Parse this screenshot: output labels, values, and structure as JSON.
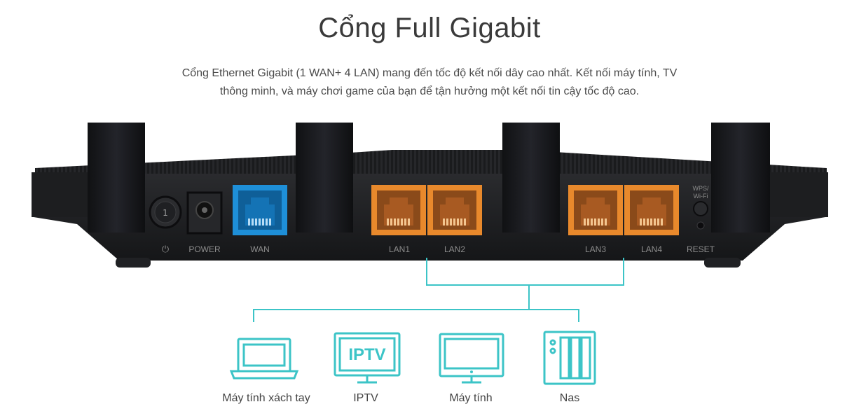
{
  "header": {
    "title": "Cổng Full Gigabit",
    "description_line1": "Cổng Ethernet Gigabit (1 WAN+ 4 LAN) mang đến tốc độ kết nối dây cao nhất. Kết nối máy tính, TV",
    "description_line2": "thông minh, và máy chơi game của bạn để tận hưởng một kết nối tin cậy tốc độ cao."
  },
  "router": {
    "port_labels": {
      "power_symbol": "⏻",
      "power": "POWER",
      "wan": "WAN",
      "lan1": "LAN1",
      "lan2": "LAN2",
      "lan3": "LAN3",
      "lan4": "LAN4",
      "reset": "RESET",
      "wps_line1": "WPS/",
      "wps_line2": "Wi-Fi"
    },
    "colors": {
      "wan": "#1e8fd8",
      "lan": "#e8892c",
      "body": "#1b1c1e",
      "connector": "#3cc4c7"
    }
  },
  "devices": [
    {
      "label": "Máy tính xách tay",
      "icon": "laptop-icon"
    },
    {
      "label": "IPTV",
      "icon": "iptv-icon",
      "icon_text": "IPTV"
    },
    {
      "label": "Máy tính",
      "icon": "monitor-icon"
    },
    {
      "label": "Nas",
      "icon": "nas-icon"
    }
  ]
}
